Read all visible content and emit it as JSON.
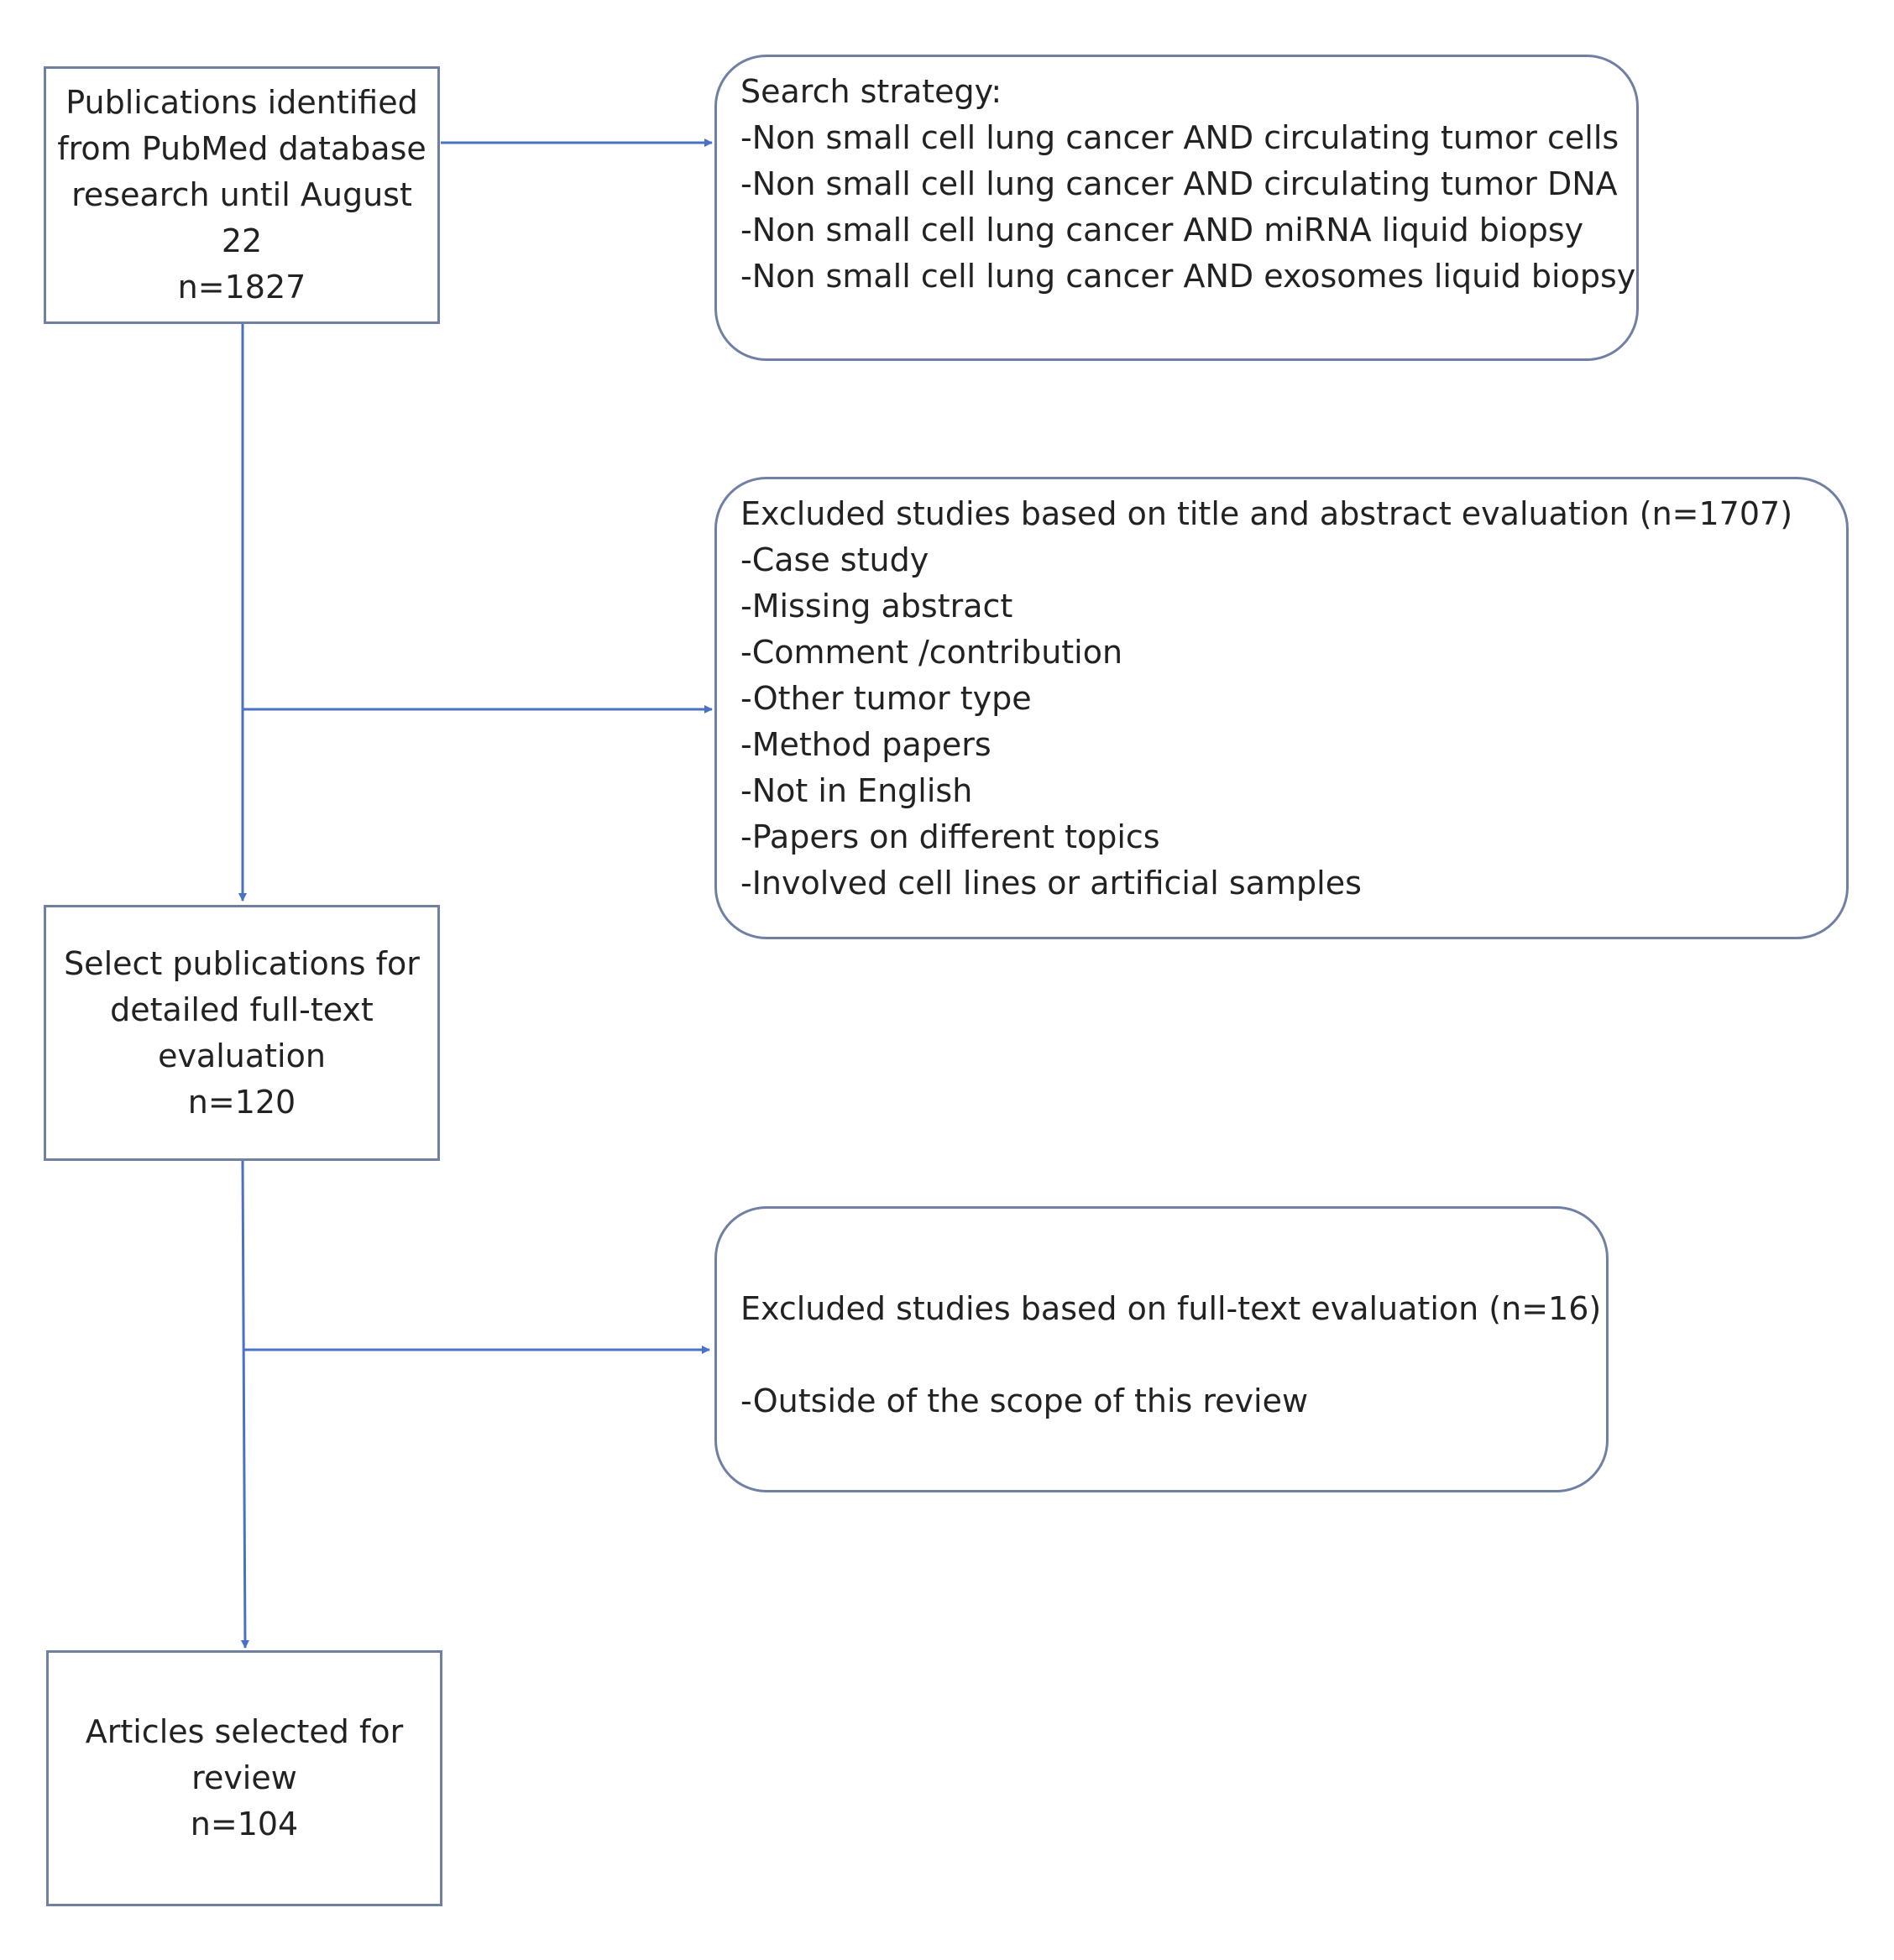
{
  "colors": {
    "line": "#4a72c4",
    "box_border": "#6f80a4",
    "text": "#222222"
  },
  "boxes": {
    "identified": {
      "lines": [
        "Publications identified",
        "from PubMed database",
        "research until August 22",
        "n=1827"
      ]
    },
    "search": {
      "title": "Search strategy:",
      "items": [
        "-Non small cell lung cancer AND circulating tumor cells",
        "-Non small cell lung cancer AND circulating tumor DNA",
        "-Non small cell lung cancer AND miRNA liquid biopsy",
        "-Non small cell lung cancer AND exosomes liquid biopsy"
      ]
    },
    "excluded_title_abstract": {
      "title": "Excluded studies based on title and abstract evaluation (n=1707)",
      "items": [
        "-Case study",
        "-Missing abstract",
        "-Comment /contribution",
        "-Other tumor type",
        "-Method papers",
        "-Not in English",
        "-Papers on different topics",
        "-Involved cell lines or artificial samples"
      ]
    },
    "full_text": {
      "lines": [
        "Select publications for",
        "detailed full-text",
        "evaluation",
        "n=120"
      ]
    },
    "excluded_full_text": {
      "title": "Excluded studies based on full-text evaluation (n=16)",
      "items": [
        "-Outside of the scope of this review"
      ]
    },
    "selected": {
      "lines": [
        "Articles selected for",
        "review",
        "n=104"
      ]
    }
  }
}
